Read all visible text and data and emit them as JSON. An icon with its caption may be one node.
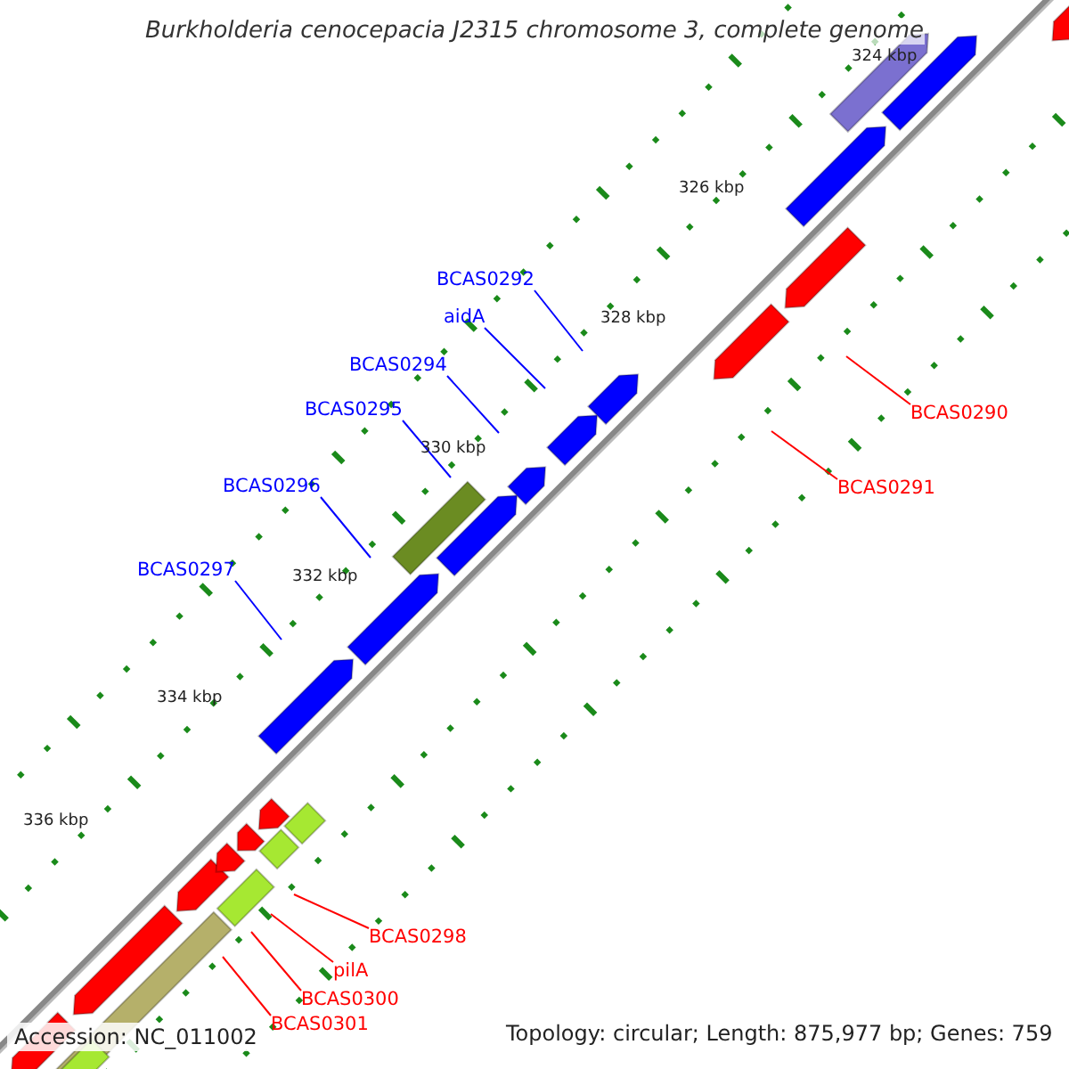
{
  "diagram": {
    "title": "Burkholderia cenocepacia J2315 chromosome 3, complete genome",
    "nodes": [
      {
        "text": [
          "BCAS0292"
        ]
      },
      {
        "text": [
          "aidA"
        ]
      },
      {
        "text": [
          "BCAS0294"
        ]
      },
      {
        "text": [
          "BCAS0295"
        ]
      },
      {
        "text": [
          "BCAS0296"
        ]
      },
      {
        "text": [
          "BCAS0290"
        ]
      },
      {
        "text": [
          "BCAS0291"
        ]
      },
      {
        "text": [
          "BCAS0297"
        ]
      },
      {
        "text": [
          "BCAS0298"
        ]
      },
      {
        "text": [
          "pilA"
        ]
      },
      {
        "text": [
          "BCAS0300"
        ]
      },
      {
        "text": [
          "BCAS0301"
        ]
      }
    ],
    "edges": [
      {
        "from": 0,
        "to": null,
        "arrow": "none"
      },
      {
        "from": 1,
        "to": null,
        "arrow": "none"
      },
      {
        "from": 2,
        "to": null,
        "arrow": "none"
      },
      {
        "from": 3,
        "to": null,
        "arrow": "none"
      },
      {
        "from": 4,
        "to": null,
        "arrow": "none"
      },
      {
        "from": 5,
        "to": null,
        "arrow": "none",
        "color": "#ff0000"
      },
      {
        "from": 6,
        "to": null,
        "arrow": "none",
        "color": "#ff0000"
      },
      {
        "from": 7,
        "to": null,
        "arrow": "none"
      },
      {
        "from": 8,
        "to": null,
        "arrow": "none",
        "color": "#ff0000"
      },
      {
        "from": 9,
        "to": null,
        "arrow": "none",
        "color": "#ff0000"
      },
      {
        "from": 10,
        "to": null,
        "arrow": "none",
        "color": "#ff0000"
      },
      {
        "from": 11,
        "to": null,
        "arrow": "none",
        "color": "#ff0000"
      }
    ],
    "labels": [
      "324 kbp",
      "326 kbp",
      "328 kbp",
      "330 kbp",
      "332 kbp",
      "334 kbp",
      "336 kbp",
      "Accession: NC_011002",
      "Topology: circular; Length: 875,977 bp; Genes: 759"
    ]
  }
}
